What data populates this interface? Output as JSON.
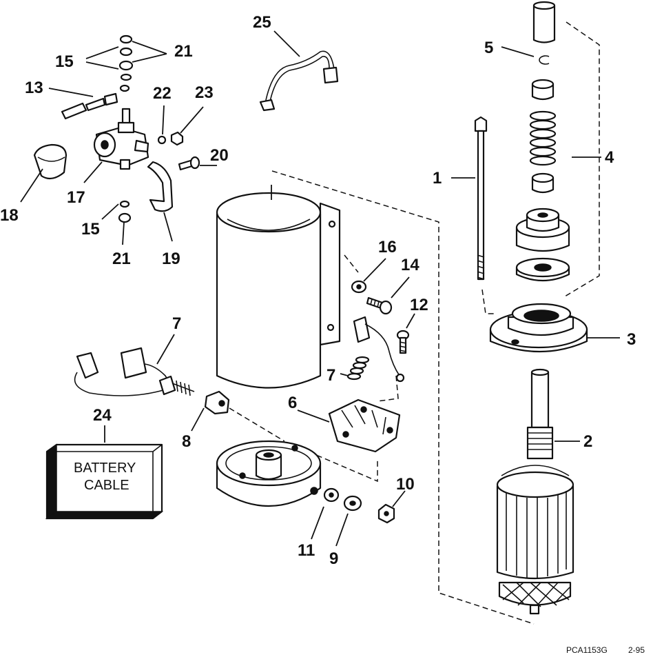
{
  "callouts": {
    "c1": "1",
    "c2": "2",
    "c3": "3",
    "c4": "4",
    "c5": "5",
    "c6": "6",
    "c7a": "7",
    "c7b": "7",
    "c8": "8",
    "c9": "9",
    "c10": "10",
    "c11": "11",
    "c12": "12",
    "c13": "13",
    "c14": "14",
    "c15a": "15",
    "c15b": "15",
    "c16": "16",
    "c17": "17",
    "c18": "18",
    "c19": "19",
    "c20": "20",
    "c21a": "21",
    "c21b": "21",
    "c22": "22",
    "c23": "23",
    "c24": "24",
    "c25": "25"
  },
  "battery_cable": {
    "line1": "BATTERY",
    "line2": "CABLE"
  },
  "footer": {
    "part_code": "PCA1153G",
    "date_code": "2-95"
  }
}
